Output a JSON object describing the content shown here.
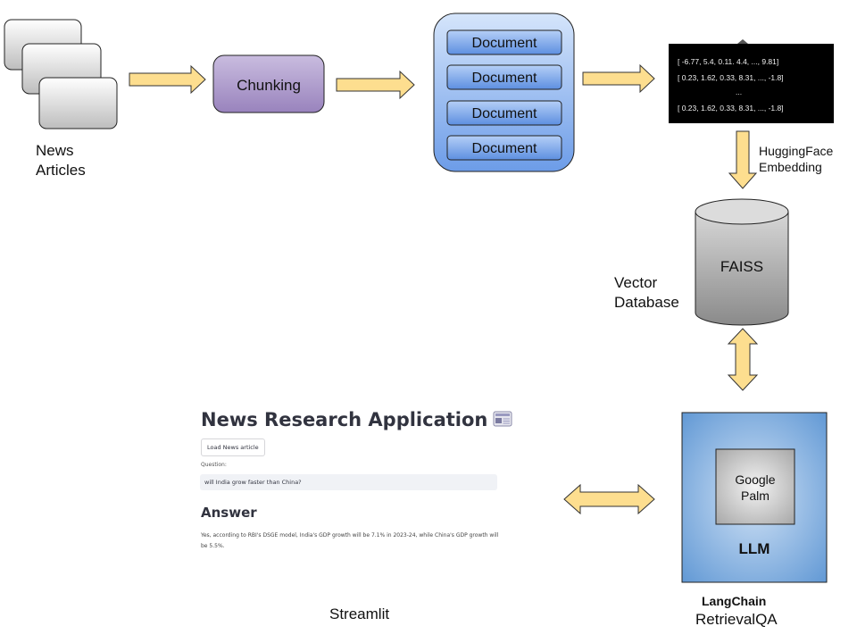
{
  "sources": {
    "label_line1": "News",
    "label_line2": "Articles"
  },
  "chunking": {
    "label": "Chunking"
  },
  "documents": {
    "items": [
      "Document",
      "Document",
      "Document",
      "Document"
    ]
  },
  "embeddings": {
    "rows": [
      "[ -6.77, 5.4, 0.11. 4.4, ..., 9.81]",
      "[ 0.23, 1.62, 0.33, 8.31, ..., -1.8]",
      "...",
      "[ 0.23, 1.62, 0.33, 8.31, ..., -1.8]"
    ]
  },
  "embedding_step": {
    "line1": "HuggingFace",
    "line2": "Embedding"
  },
  "vector_db": {
    "name": "FAISS",
    "label_line1": "Vector",
    "label_line2": "Database"
  },
  "llm": {
    "inner_line1": "Google",
    "inner_line2": "Palm",
    "label": "LLM",
    "framework_line1": "LangChain",
    "framework_line2": "RetrievalQA"
  },
  "streamlit": {
    "title": "News Research Application",
    "button_label": "Load News article",
    "question_label": "Question:",
    "question_value": "will India grow faster than China?",
    "answer_heading": "Answer",
    "answer_text": "Yes, according to RBI's DSGE model, India's GDP growth will be 7.1% in 2023-24, while China's GDP growth will be 5.5%.",
    "caption": "Streamlit"
  },
  "colors": {
    "arrow_fill": "#fdde8f",
    "arrow_stroke": "#333333",
    "chunking_fill": "#a996c7",
    "document_fill": "#7ea6ea",
    "doc_container_fill": "#9ec2f3",
    "embedding_bg": "#000000",
    "faiss_fill": "#b5b5b5",
    "llm_fill": "#6ea0d6",
    "palm_fill": "#cccccc"
  }
}
